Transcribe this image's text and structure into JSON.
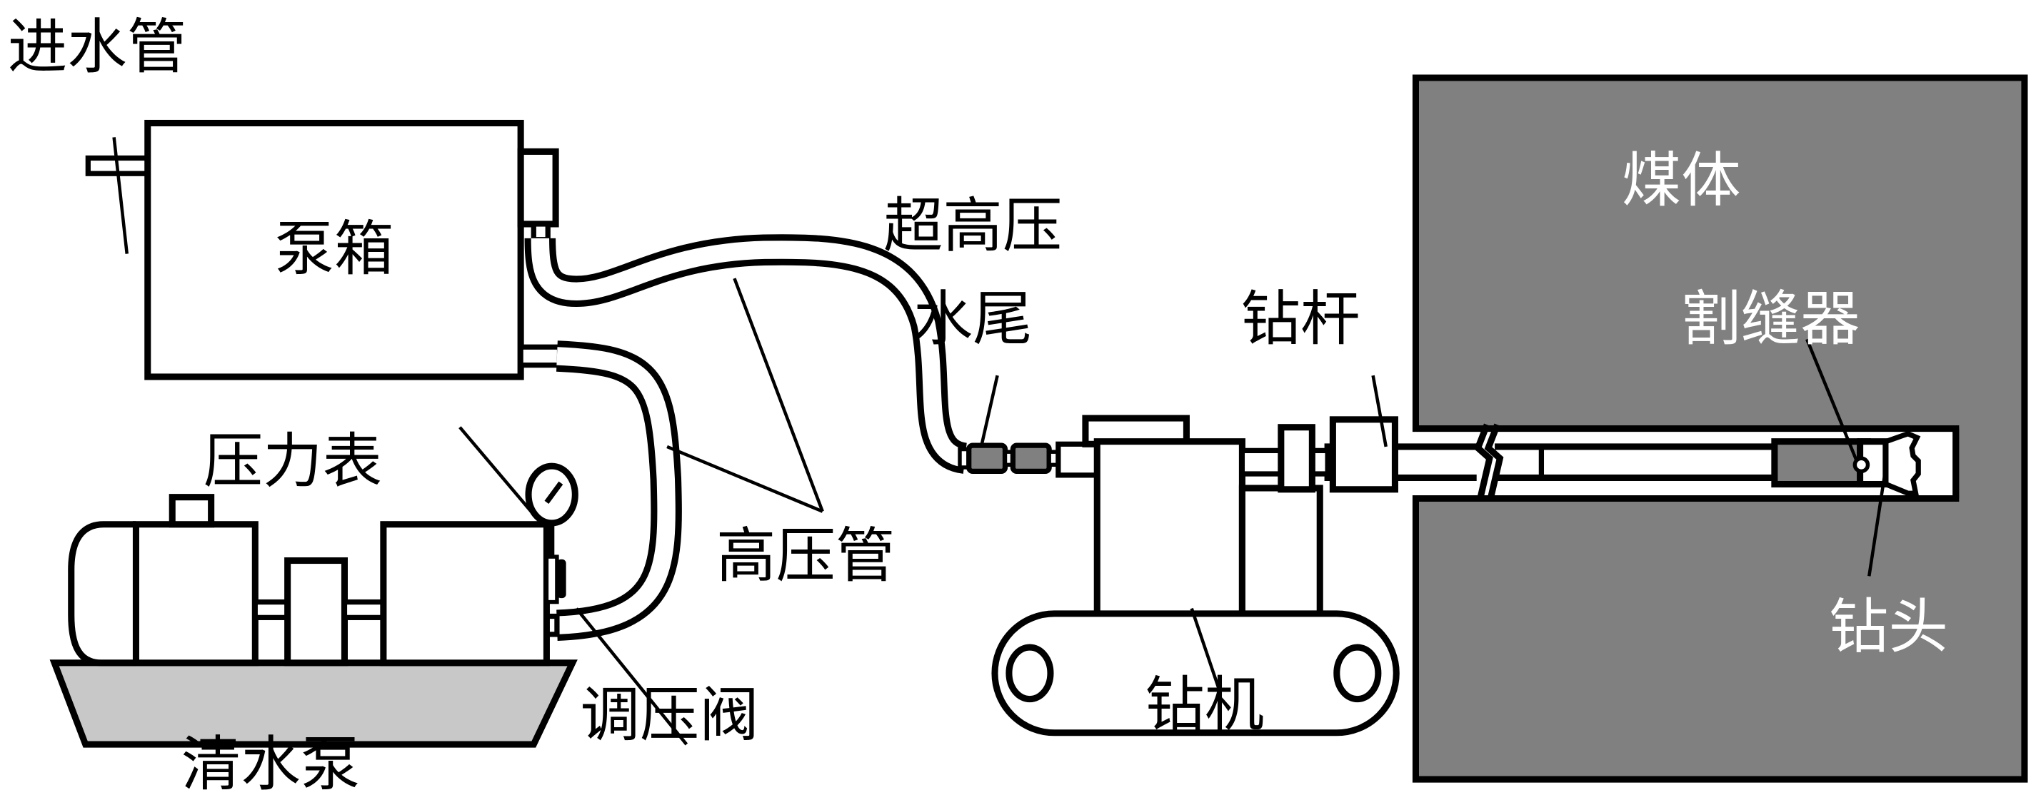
{
  "diagram": {
    "title": "超高压水力割缝系统示意图",
    "colors": {
      "line": "#000000",
      "coal": "#808080",
      "base": "#c8c8c8",
      "cutter": "#808080",
      "background": "#ffffff"
    },
    "labels": {
      "inlet_pipe": "进水管",
      "pump_box": "泵箱",
      "ultra_high_pressure": "超高压",
      "water_tail": "水尾",
      "coal_body": "煤体",
      "drill_rod": "钻杆",
      "slotter": "割缝器",
      "pressure_gauge": "压力表",
      "high_pressure_hose": "高压管",
      "pressure_valve": "调压阀",
      "clean_water_pump": "清水泵",
      "drill_rig": "钻机",
      "drill_bit": "钻头"
    }
  }
}
